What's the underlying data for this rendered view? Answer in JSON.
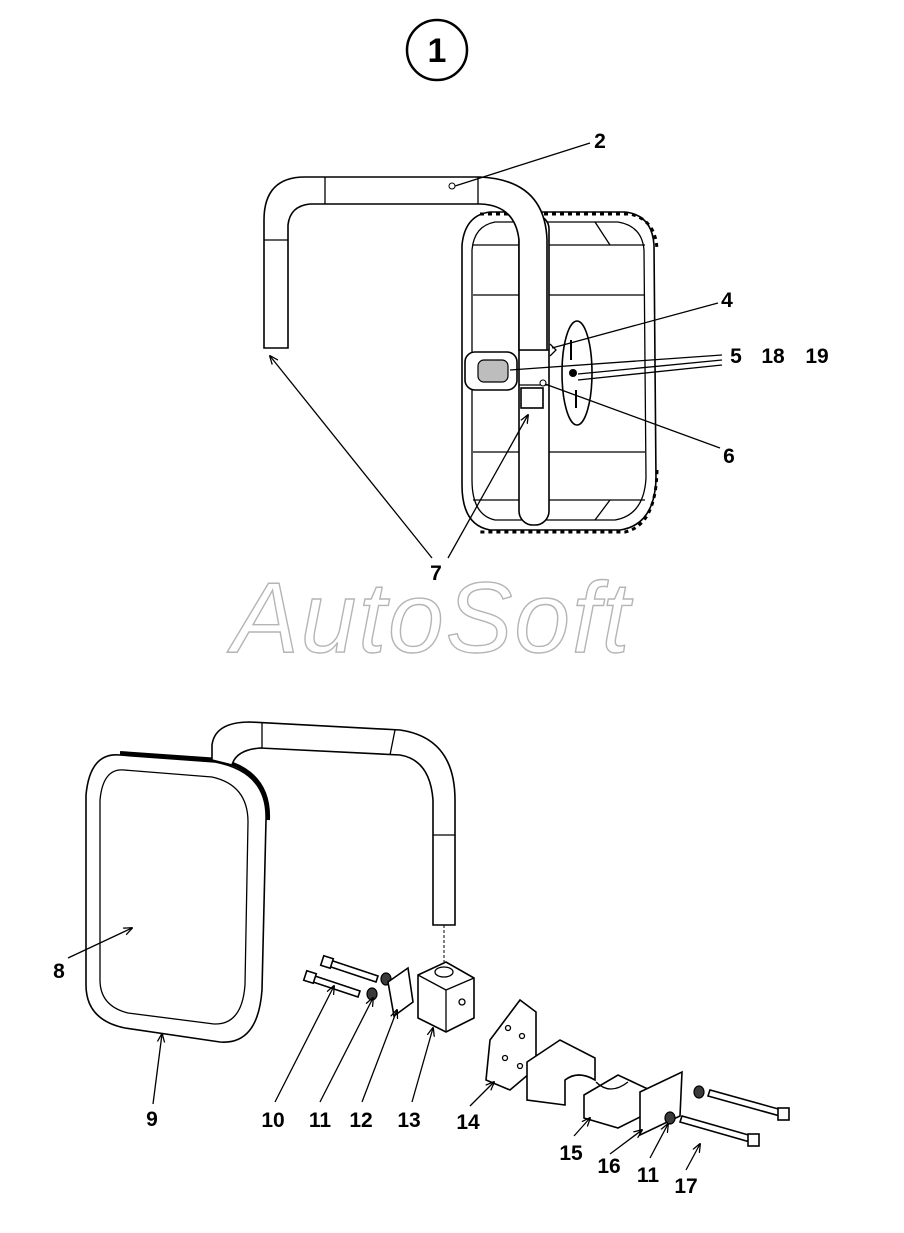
{
  "figure_number": "1",
  "watermark": "AutoSoft",
  "callouts": {
    "c2": "2",
    "c4": "4",
    "c5": "5",
    "c18": "18",
    "c19": "19",
    "c6": "6",
    "c7": "7",
    "c8": "8",
    "c9": "9",
    "c10": "10",
    "c11a": "11",
    "c12": "12",
    "c13": "13",
    "c14": "14",
    "c15": "15",
    "c16": "16",
    "c11b": "11",
    "c17": "17"
  }
}
